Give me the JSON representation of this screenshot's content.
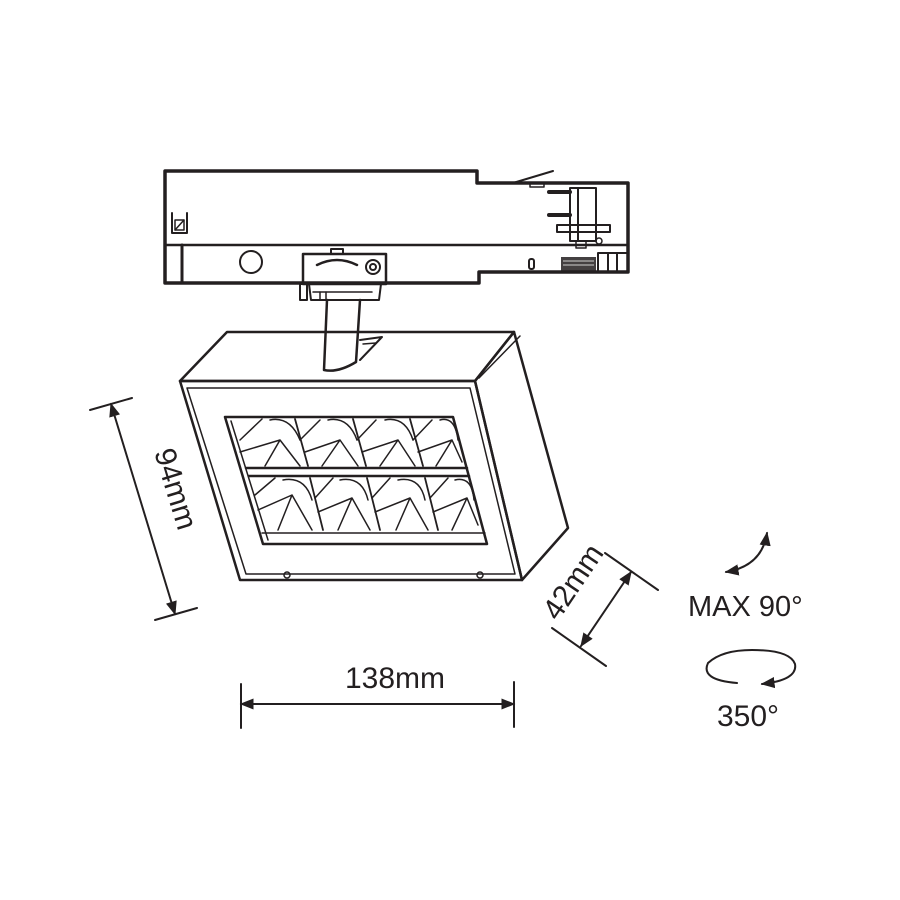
{
  "drawing": {
    "subject": "LED track spotlight with 3-phase track adapter",
    "line_color": "#231f20",
    "background": "#ffffff"
  },
  "dimensions": {
    "height": "94mm",
    "width": "138mm",
    "depth": "42mm"
  },
  "rotation": {
    "tilt": "MAX 90°",
    "pan": "350°"
  },
  "led_grid": {
    "rows": 2,
    "columns": 4
  }
}
